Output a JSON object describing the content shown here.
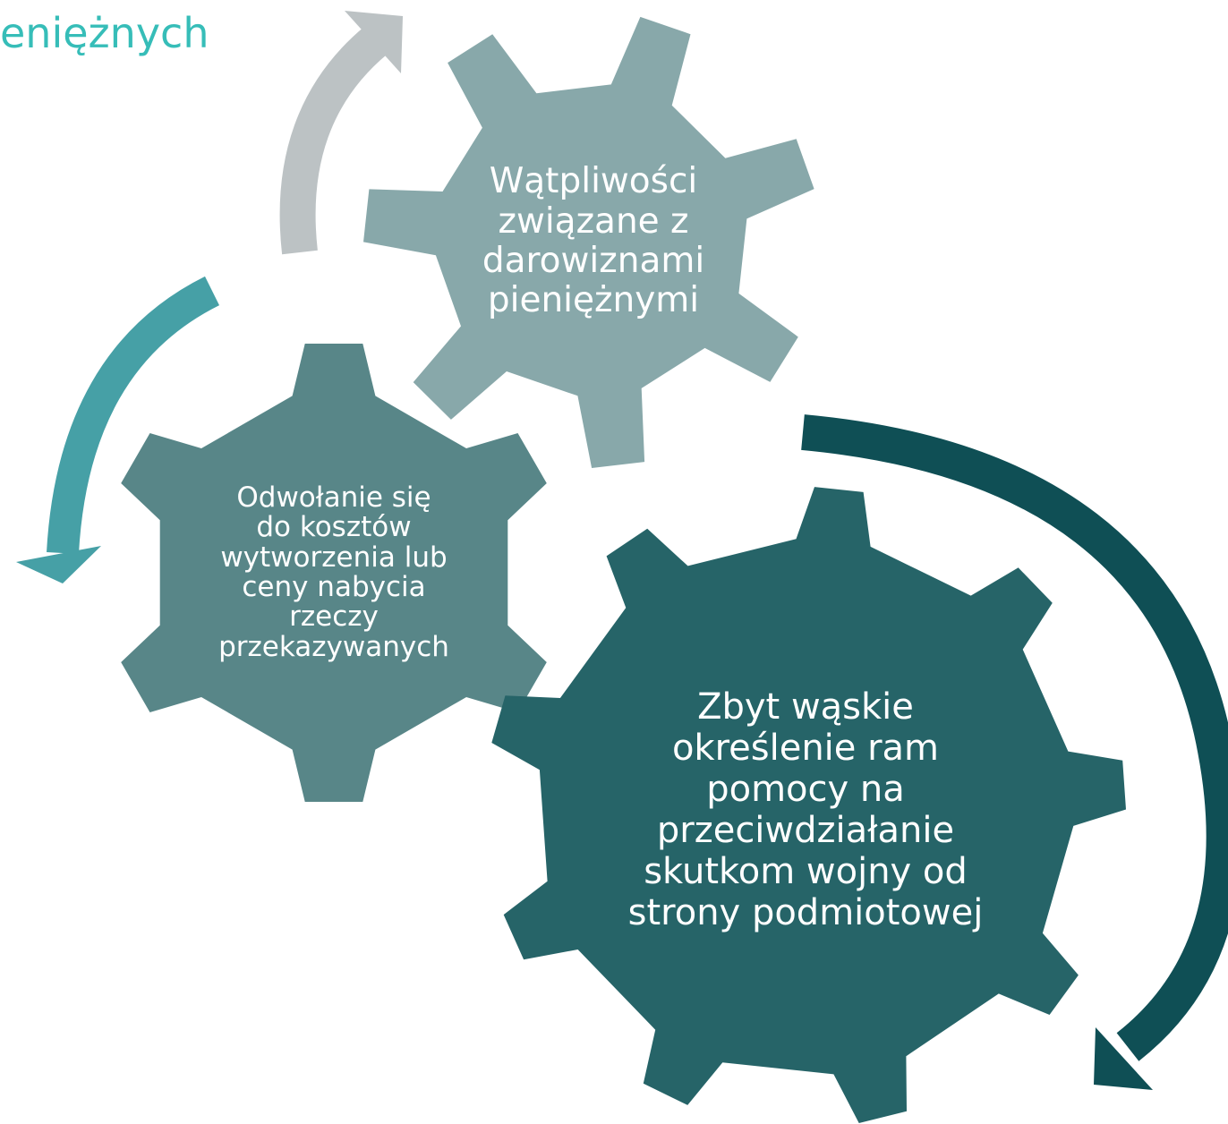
{
  "title": "eniężnych",
  "gears": [
    {
      "id": "top",
      "label": "Wątpliwości\nzwiązane z\ndarowiznami\npieniężnymi",
      "color": "#88a8aa"
    },
    {
      "id": "left",
      "label": "Odwołanie się\ndo kosztów\nwytworzenia lub\nceny nabycia\nrzeczy\nprzekazywanych",
      "color": "#588688"
    },
    {
      "id": "right",
      "label": "Zbyt wąskie\nokreślenie ram\npomocy na\nprzeciwdziałanie\nskutkom wojny od\nstrony podmiotowej",
      "color": "#266468"
    }
  ],
  "arrows": [
    {
      "id": "gray",
      "color": "#bcc2c4"
    },
    {
      "id": "teal",
      "color": "#46a0a6"
    },
    {
      "id": "dark",
      "color": "#0f4f55"
    }
  ]
}
